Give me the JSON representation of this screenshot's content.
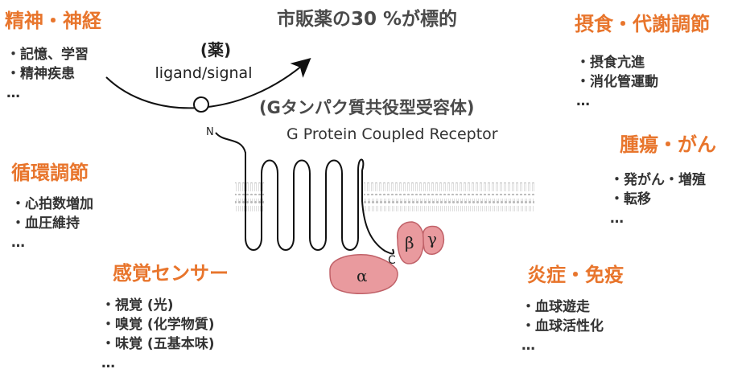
{
  "title": "市販薬の30 %が標的",
  "drug_label": "(薬)",
  "signal_label": "ligand/signal",
  "receptor_jp": "(Gタンパク質共役型受容体)",
  "receptor_en": "G Protein Coupled Receptor",
  "terminal_n": "N",
  "terminal_c": "C",
  "subunits": {
    "alpha": "α",
    "beta": "β",
    "gamma": "γ"
  },
  "categories": {
    "psych": {
      "title": "精神・神経",
      "items": [
        "・記憶、学習",
        "・精神疾患",
        "…"
      ]
    },
    "circ": {
      "title": "循環調節",
      "items": [
        "・心拍数増加",
        "・血圧維持",
        "…"
      ]
    },
    "sense": {
      "title": "感覚センサー",
      "items": [
        "・視覚 (光)",
        "・嗅覚 (化学物質)",
        "・味覚 (五基本味)",
        "…"
      ]
    },
    "food": {
      "title": "摂食・代謝調節",
      "items": [
        "・摂食亢進",
        "・消化管運動",
        "…"
      ]
    },
    "tumor": {
      "title": "腫瘍・がん",
      "items": [
        "・発がん・増殖",
        "・転移",
        "…"
      ]
    },
    "immune": {
      "title": "炎症・免疫",
      "items": [
        "・血球遊走",
        "・血球活性化",
        "…"
      ]
    }
  },
  "colors": {
    "accent": "#e8752c",
    "subunit_fill": "#e99a9e",
    "subunit_stroke": "#c06168"
  }
}
